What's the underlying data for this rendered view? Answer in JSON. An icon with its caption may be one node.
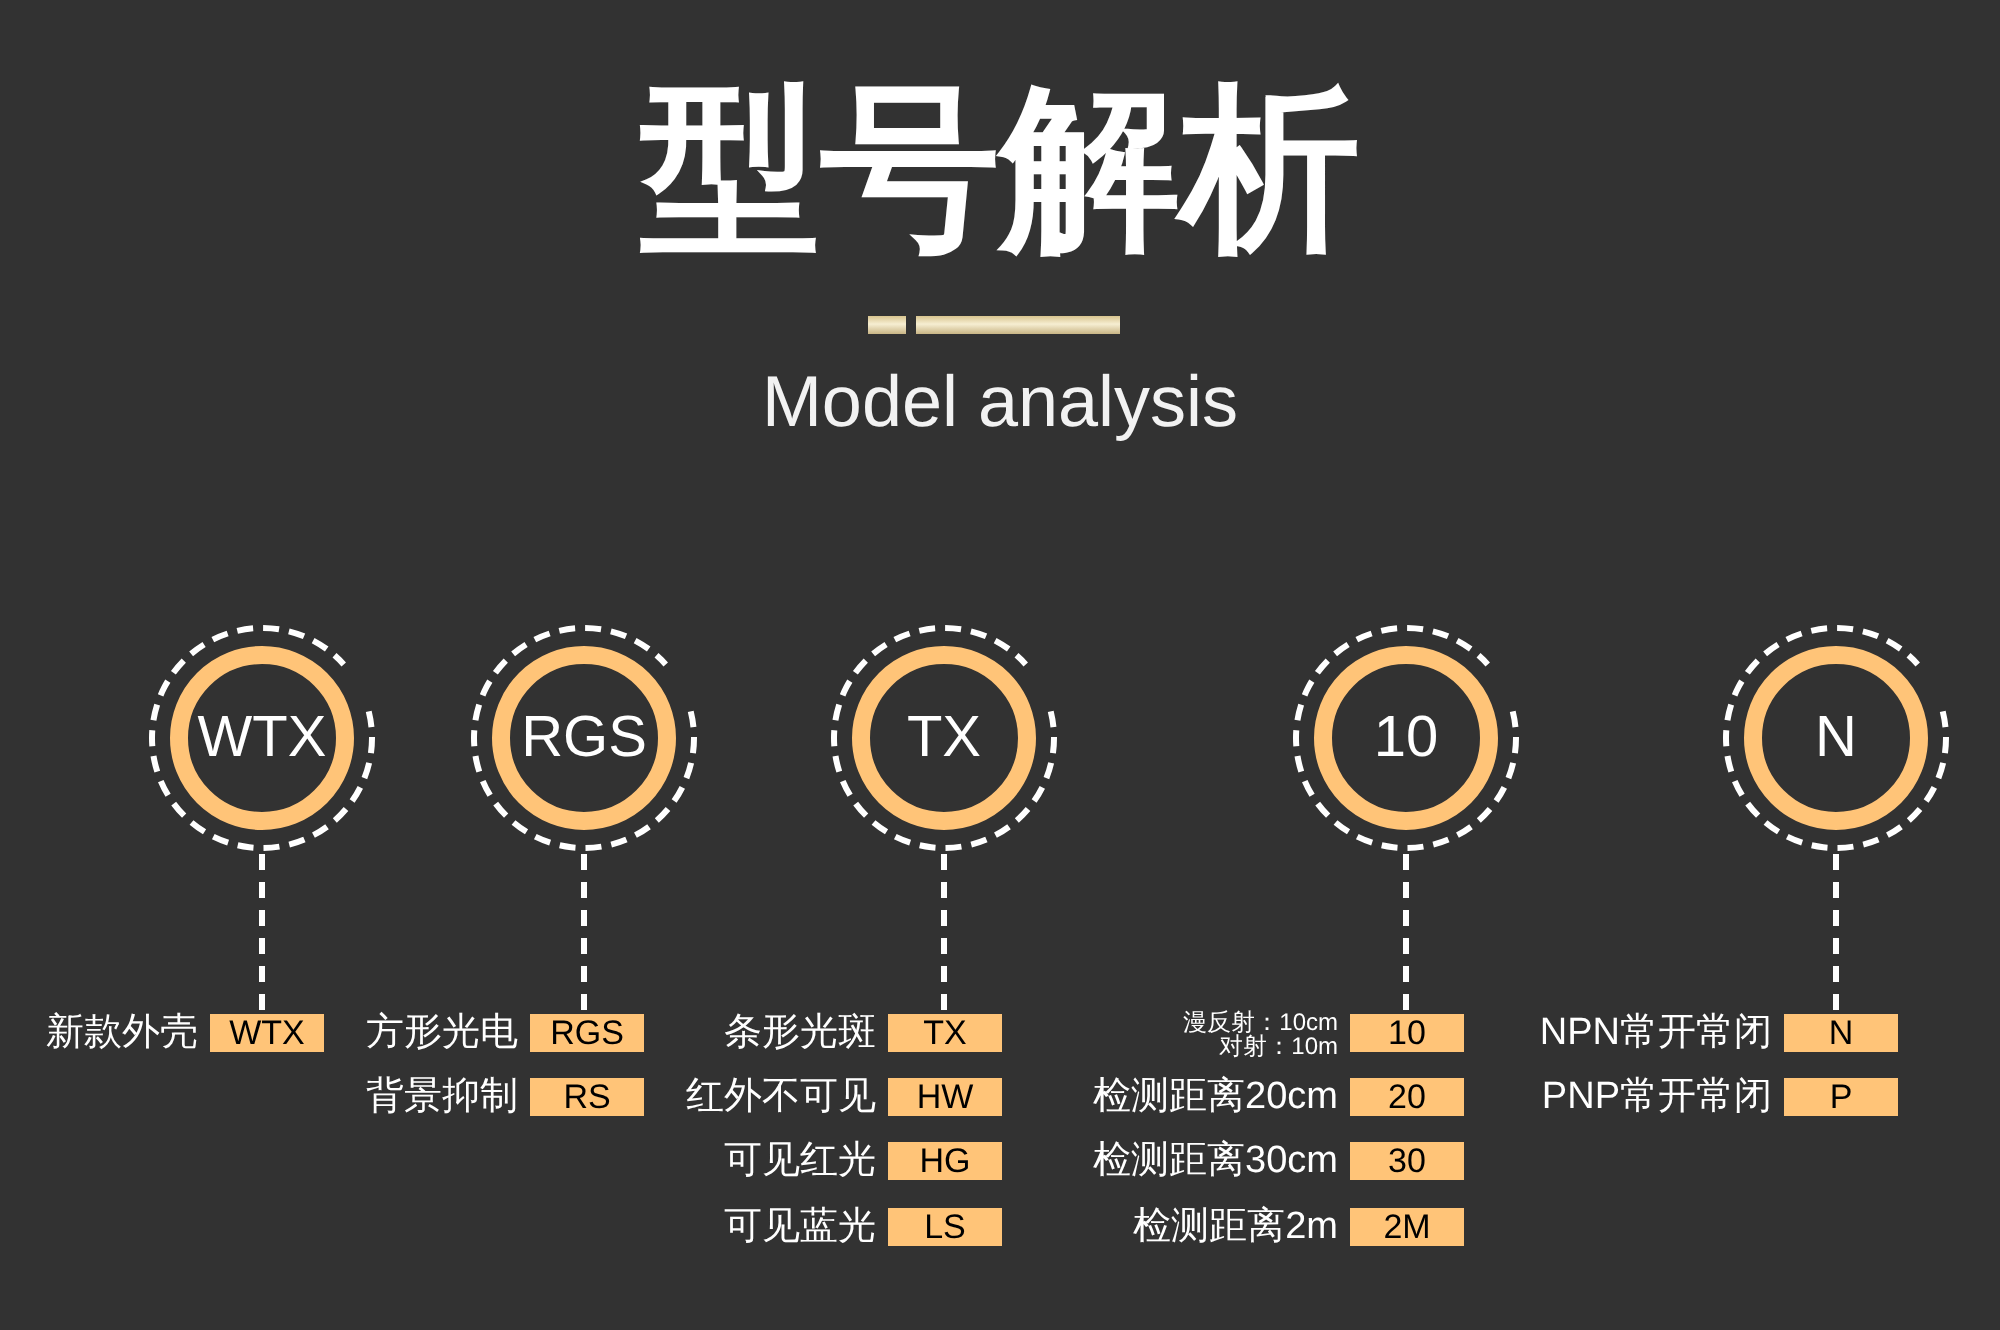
{
  "diagram": {
    "title": "型号解析",
    "nodes": [
      {
        "text": [
          "WTX"
        ]
      },
      {
        "text": [
          "RGS"
        ]
      },
      {
        "text": [
          "TX"
        ]
      },
      {
        "text": [
          "10"
        ]
      },
      {
        "text": [
          "N"
        ]
      },
      {
        "text": [
          "WTX"
        ],
        "beside": [
          "新款外壳"
        ]
      },
      {
        "text": [
          "RGS"
        ],
        "beside": [
          "方形光电"
        ]
      },
      {
        "text": [
          "RS"
        ],
        "beside": [
          "背景抑制"
        ]
      },
      {
        "text": [
          "TX"
        ],
        "beside": [
          "条形光斑"
        ]
      },
      {
        "text": [
          "HW"
        ],
        "beside": [
          "红外不可见"
        ]
      },
      {
        "text": [
          "HG"
        ],
        "beside": [
          "可见红光"
        ]
      },
      {
        "text": [
          "LS"
        ],
        "beside": [
          "可见蓝光"
        ]
      },
      {
        "text": [
          "10"
        ],
        "beside": [
          "漫反射：10cm",
          "对射：10m"
        ]
      },
      {
        "text": [
          "20"
        ],
        "beside": [
          "检测距离20cm"
        ]
      },
      {
        "text": [
          "30"
        ],
        "beside": [
          "检测距离30cm"
        ]
      },
      {
        "text": [
          "2M"
        ],
        "beside": [
          "检测距离2m"
        ]
      },
      {
        "text": [
          "N"
        ],
        "beside": [
          "NPN常开常闭"
        ]
      },
      {
        "text": [
          "P"
        ],
        "beside": [
          "PNP常开常闭"
        ]
      }
    ],
    "edges": [
      {
        "from": 0,
        "to": 5,
        "arrow": "none",
        "style": "dashed"
      },
      {
        "from": 1,
        "to": 6,
        "arrow": "none",
        "style": "dashed"
      },
      {
        "from": 2,
        "to": 8,
        "arrow": "none",
        "style": "dashed"
      },
      {
        "from": 3,
        "to": 12,
        "arrow": "none",
        "style": "dashed"
      },
      {
        "from": 4,
        "to": 16,
        "arrow": "none",
        "style": "dashed"
      }
    ],
    "labels": [
      "Model analysis"
    ]
  }
}
